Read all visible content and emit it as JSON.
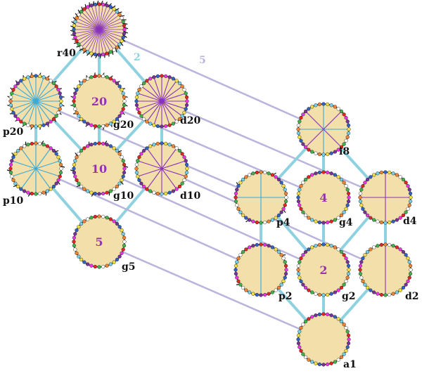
{
  "colors": {
    "disk_fill": "#f3dfaa",
    "disk_stroke": "#222222",
    "edge_light": "#8ed2df",
    "edge_lavender": "#b9b4dc",
    "spoke_cyan": "#3aa9d6",
    "spoke_purple": "#8833bb",
    "inner_text": "#9933aa",
    "label_text": "#111111",
    "vertex_palette": [
      "#e52421",
      "#f0e040",
      "#3cb44b",
      "#2e62c8",
      "#ffffff",
      "#7a2fa0",
      "#f58231",
      "#f032e6",
      "#6fd0e8"
    ]
  },
  "edge_labels": [
    {
      "id": "label-2",
      "text": "2",
      "color": "#8ed2df"
    },
    {
      "id": "label-5",
      "text": "5",
      "color": "#b9b4dc"
    }
  ],
  "nodes": [
    {
      "id": "r40",
      "label": "r40",
      "inner": "",
      "spokes": 40,
      "spoke_color": "purple",
      "vertices": 40,
      "flags": 40
    },
    {
      "id": "p20",
      "label": "p20",
      "inner": "",
      "spokes": 20,
      "spoke_color": "cyan",
      "vertices": 40,
      "flags": 20
    },
    {
      "id": "g20",
      "label": "g20",
      "inner": "20",
      "spokes": 0,
      "spoke_color": "none",
      "vertices": 40,
      "flags": 20
    },
    {
      "id": "d20",
      "label": "d20",
      "inner": "",
      "spokes": 20,
      "spoke_color": "purple",
      "vertices": 40,
      "flags": 0
    },
    {
      "id": "i8",
      "label": "i8",
      "inner": "",
      "spokes": 8,
      "spoke_color": "mixed",
      "vertices": 40,
      "flags": 0
    },
    {
      "id": "p10",
      "label": "p10",
      "inner": "",
      "spokes": 10,
      "spoke_color": "cyan",
      "vertices": 40,
      "flags": 10
    },
    {
      "id": "g10",
      "label": "g10",
      "inner": "10",
      "spokes": 0,
      "spoke_color": "none",
      "vertices": 40,
      "flags": 10
    },
    {
      "id": "d10",
      "label": "d10",
      "inner": "",
      "spokes": 10,
      "spoke_color": "purple",
      "vertices": 40,
      "flags": 0
    },
    {
      "id": "p4",
      "label": "p4",
      "inner": "",
      "spokes": 4,
      "spoke_color": "cyan",
      "vertices": 40,
      "flags": 4
    },
    {
      "id": "g4",
      "label": "g4",
      "inner": "4",
      "spokes": 0,
      "spoke_color": "none",
      "vertices": 40,
      "flags": 0
    },
    {
      "id": "d4",
      "label": "d4",
      "inner": "",
      "spokes": 4,
      "spoke_color": "purple",
      "vertices": 40,
      "flags": 0
    },
    {
      "id": "g5",
      "label": "g5",
      "inner": "5",
      "spokes": 0,
      "spoke_color": "none",
      "vertices": 40,
      "flags": 0
    },
    {
      "id": "p2",
      "label": "p2",
      "inner": "",
      "spokes": 2,
      "spoke_color": "cyan",
      "vertices": 40,
      "flags": 2
    },
    {
      "id": "g2",
      "label": "g2",
      "inner": "2",
      "spokes": 0,
      "spoke_color": "none",
      "vertices": 40,
      "flags": 0
    },
    {
      "id": "d2",
      "label": "d2",
      "inner": "",
      "spokes": 2,
      "spoke_color": "purple",
      "vertices": 40,
      "flags": 0
    },
    {
      "id": "a1",
      "label": "a1",
      "inner": "",
      "spokes": 0,
      "spoke_color": "none",
      "vertices": 40,
      "flags": 0
    }
  ],
  "edges": [
    {
      "from": "r40",
      "to": "p20",
      "style": "light"
    },
    {
      "from": "r40",
      "to": "g20",
      "style": "light"
    },
    {
      "from": "r40",
      "to": "d20",
      "style": "light"
    },
    {
      "from": "r40",
      "to": "i8",
      "style": "lavender"
    },
    {
      "from": "p20",
      "to": "p10",
      "style": "light"
    },
    {
      "from": "p20",
      "to": "g10",
      "style": "light"
    },
    {
      "from": "g20",
      "to": "g10",
      "style": "light"
    },
    {
      "from": "d20",
      "to": "g10",
      "style": "light"
    },
    {
      "from": "d20",
      "to": "d10",
      "style": "light"
    },
    {
      "from": "p20",
      "to": "p4",
      "style": "lavender"
    },
    {
      "from": "g20",
      "to": "g4",
      "style": "lavender"
    },
    {
      "from": "d20",
      "to": "d4",
      "style": "lavender"
    },
    {
      "from": "p10",
      "to": "g5",
      "style": "light"
    },
    {
      "from": "d10",
      "to": "g5",
      "style": "light"
    },
    {
      "from": "p10",
      "to": "p2",
      "style": "lavender"
    },
    {
      "from": "g10",
      "to": "g2",
      "style": "lavender"
    },
    {
      "from": "d10",
      "to": "d2",
      "style": "lavender"
    },
    {
      "from": "g5",
      "to": "a1",
      "style": "lavender"
    },
    {
      "from": "i8",
      "to": "p4",
      "style": "light"
    },
    {
      "from": "i8",
      "to": "g4",
      "style": "light"
    },
    {
      "from": "i8",
      "to": "d4",
      "style": "light"
    },
    {
      "from": "p4",
      "to": "p2",
      "style": "light"
    },
    {
      "from": "p4",
      "to": "g2",
      "style": "light"
    },
    {
      "from": "g4",
      "to": "g2",
      "style": "light"
    },
    {
      "from": "d4",
      "to": "g2",
      "style": "light"
    },
    {
      "from": "d4",
      "to": "d2",
      "style": "light"
    },
    {
      "from": "p2",
      "to": "a1",
      "style": "light"
    },
    {
      "from": "g2",
      "to": "a1",
      "style": "light"
    },
    {
      "from": "d2",
      "to": "a1",
      "style": "light"
    }
  ]
}
